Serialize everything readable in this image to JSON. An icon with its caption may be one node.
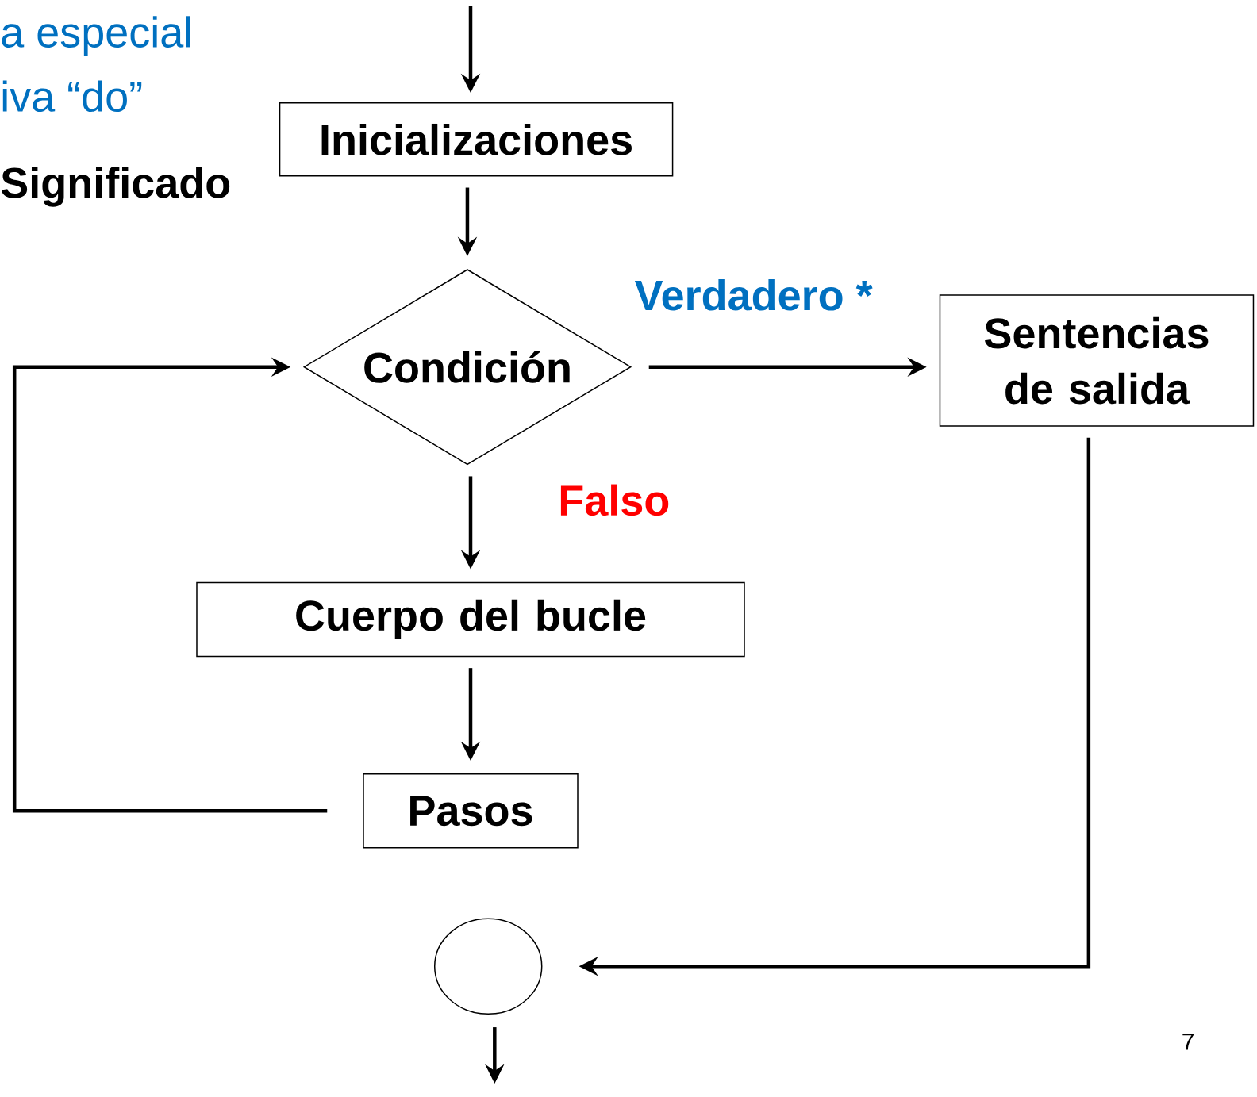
{
  "diagram": {
    "nodes": [
      {
        "text": [
          "Inicializaciones"
        ]
      },
      {
        "text": [
          "Condición"
        ]
      },
      {
        "text": [
          "Sentencias de salida"
        ]
      },
      {
        "text": [
          "Cuerpo del bucle"
        ]
      },
      {
        "text": [
          "Pasos"
        ]
      },
      {
        "text": [],
        "shape": "circle"
      }
    ],
    "edges": [
      {
        "from": null,
        "to": 0,
        "arrow": "to"
      },
      {
        "from": 0,
        "to": 1,
        "arrow": "to"
      },
      {
        "from": 1,
        "to": 2,
        "arrow": "to",
        "label": "Verdadero *"
      },
      {
        "from": 1,
        "to": 3,
        "arrow": "to",
        "label": "Falso"
      },
      {
        "from": 3,
        "to": 4,
        "arrow": "to"
      },
      {
        "from": 4,
        "to": 1,
        "arrow": "to"
      },
      {
        "from": 2,
        "to": 5,
        "arrow": "to"
      },
      {
        "from": 5,
        "to": null,
        "arrow": "to"
      }
    ],
    "labels": [
      "a especial",
      "iva “do”",
      "Significado",
      "7"
    ]
  }
}
